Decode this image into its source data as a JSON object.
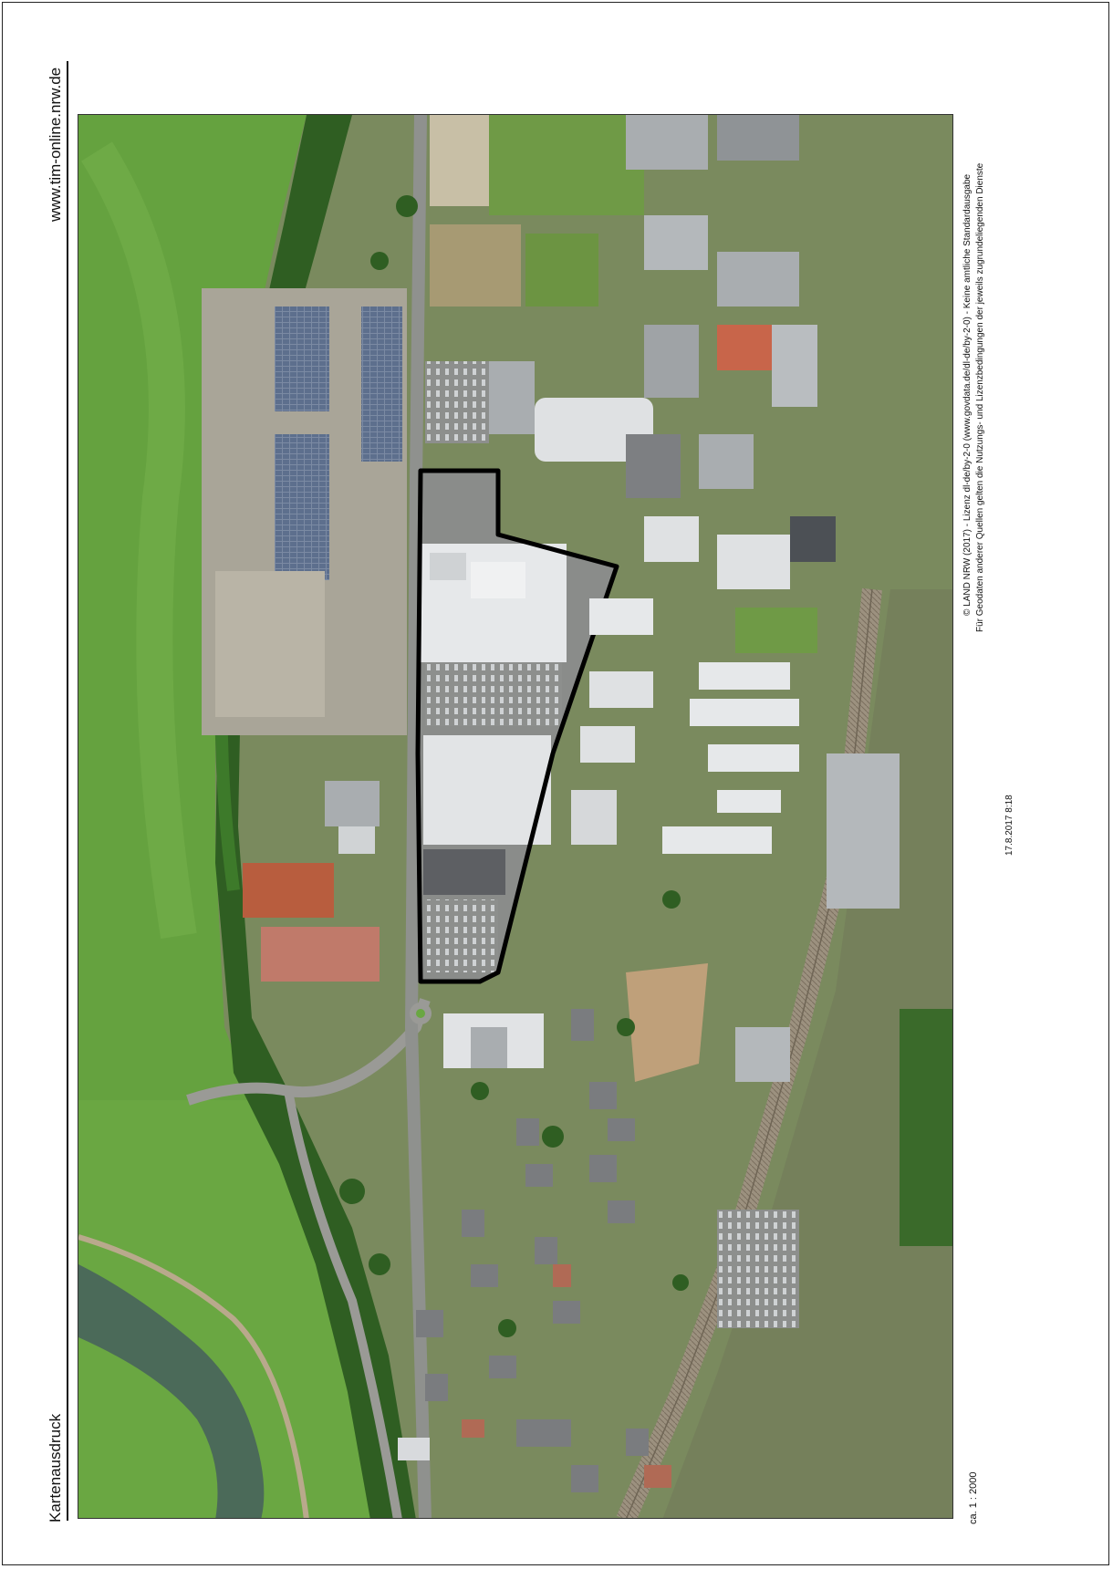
{
  "header": {
    "title": "Kartenausdruck",
    "url": "www.tim-online.nrw.de"
  },
  "footer": {
    "scale": "ca. 1 : 2000",
    "date": "17.8.2017 8:18",
    "credit_line1": "© LAND NRW (2017) - Lizenz dl-de/by-2-0 (www.govdata.de/dl-de/by-2-0) - Keine amtliche Standardausgabe",
    "credit_line2": "Für Geodaten anderer Quellen gelten die Nutzungs- und Lizenzbedingungen der jeweils zugrundeliegenden Dienste"
  },
  "map": {
    "type": "aerial-orthophoto",
    "colors": {
      "meadow": "#5f9a3c",
      "meadow_light": "#7cae4c",
      "tree": "#2f5e22",
      "river": "#4d6b5a",
      "asphalt": "#8a8c8a",
      "roof_white": "#e6e8ea",
      "roof_grey": "#a9adb0",
      "roof_solar": "#5d6f8d",
      "roof_red": "#b85d3e",
      "railway": "#9a8c7a",
      "outline": "#000000"
    }
  }
}
